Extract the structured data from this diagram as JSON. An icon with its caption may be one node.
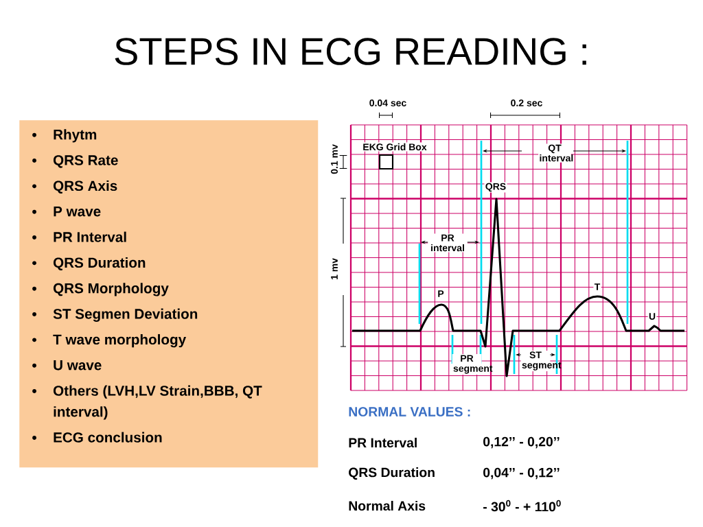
{
  "diagram": {
    "title": "STEPS IN ECG READING :",
    "nodes": [
      {
        "text": [
          "Rhytm",
          "QRS Rate",
          "QRS Axis",
          "P wave",
          "PR Interval",
          "QRS Duration",
          "QRS Morphology",
          "ST Segmen Deviation",
          "T wave morphology",
          "U wave",
          "Others (LVH,LV Strain,BBB, QT interval)",
          "ECG conclusion"
        ]
      }
    ],
    "labels": [
      "0.04 sec",
      "0.2 sec",
      "0.1 mv",
      "EKG Grid Box",
      "QT interval",
      "QRS",
      "PR interval",
      "1 mv",
      "P",
      "T",
      "U",
      "PR segment",
      "ST segment",
      "NORMAL VALUES :",
      "PR Interval",
      "0,12’’ - 0,20’’",
      "QRS Duration",
      "0,04’’ - 0,12’’",
      "Normal Axis",
      "- 30$^{0}$ - + 110$^{0}$"
    ]
  }
}
